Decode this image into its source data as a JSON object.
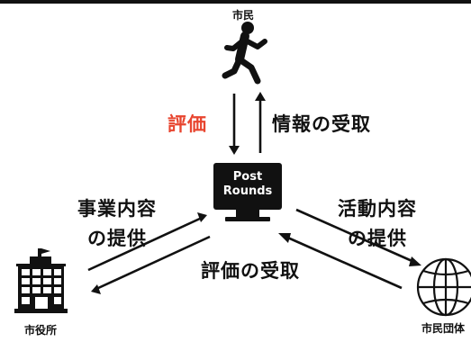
{
  "nodes": {
    "citizen": {
      "label": "市民",
      "icon": "running-person-icon"
    },
    "platform": {
      "line1": "Post",
      "line2": "Rounds",
      "icon": "monitor-icon"
    },
    "city_hall": {
      "label": "市役所",
      "icon": "city-hall-building-icon"
    },
    "citizen_group": {
      "label": "市民団体",
      "icon": "globe-icon"
    }
  },
  "edges": {
    "evaluation": {
      "label": "評価",
      "color": "#e8452f"
    },
    "info_receive": {
      "label": "情報の受取"
    },
    "business_provide": {
      "line1": "事業内容",
      "line2": "の提供"
    },
    "activity_provide": {
      "line1": "活動内容",
      "line2": "の提供"
    },
    "evaluation_receive": {
      "label": "評価の受取"
    }
  }
}
